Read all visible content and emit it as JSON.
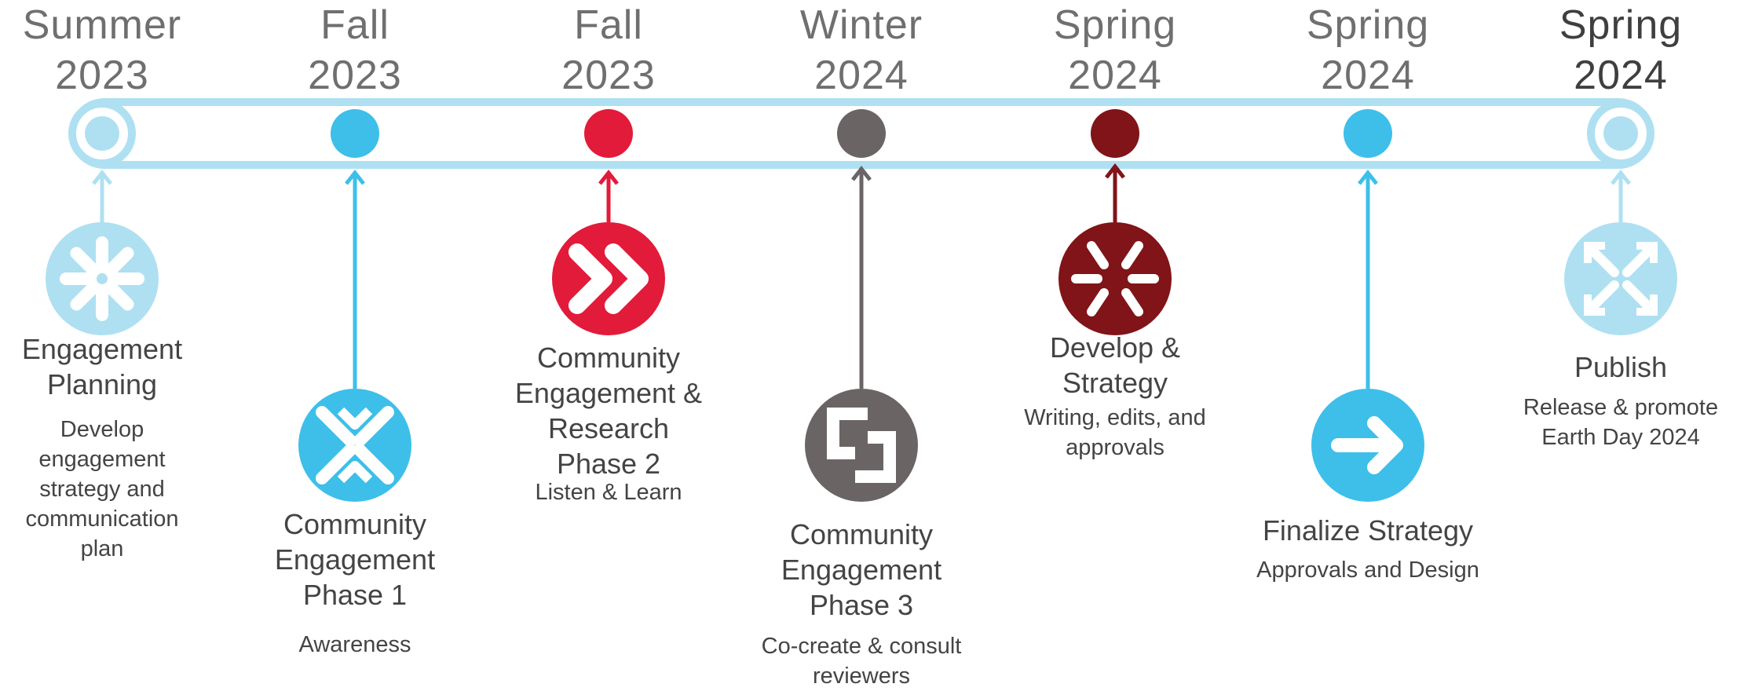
{
  "colors": {
    "track": "#aee0f2",
    "light": "#aee0f2",
    "blue": "#3dbfe9",
    "red": "#e21b3a",
    "gray": "#6a6564",
    "maroon": "#801418",
    "season_text": "#6f6f6f",
    "season_text_dark": "#3f3f3f",
    "label_text": "#444444"
  },
  "milestones": [
    {
      "season": "Summer\n2023",
      "title": "Engagement\nPlanning",
      "description": "Develop\nengagement\nstrategy and\ncommunication\nplan",
      "color": "light",
      "icon": "asterisk-icon"
    },
    {
      "season": "Fall\n2023",
      "title": "Community\nEngagement\nPhase 1",
      "description": "Awareness",
      "color": "blue",
      "icon": "converging-arrows-icon"
    },
    {
      "season": "Fall\n2023",
      "title": "Community\nEngagement &\nResearch\nPhase 2",
      "description": "Listen & Learn",
      "color": "red",
      "icon": "double-chevron-icon"
    },
    {
      "season": "Winter\n2024",
      "title": "Community\nEngagement\nPhase 3",
      "description": "Co-create & consult\nreviewers",
      "color": "gray",
      "icon": "interlock-icon"
    },
    {
      "season": "Spring\n2024",
      "title": "Develop &\nStrategy",
      "description": "Writing, edits, and\napprovals",
      "color": "maroon",
      "icon": "spark-icon"
    },
    {
      "season": "Spring\n2024",
      "title": "Finalize Strategy",
      "description": "Approvals and Design",
      "color": "blue",
      "icon": "arrow-right-icon"
    },
    {
      "season": "Spring\n2024",
      "title": "Publish",
      "description": "Release & promote\nEarth Day 2024",
      "color": "light",
      "icon": "expand-arrows-icon"
    }
  ]
}
